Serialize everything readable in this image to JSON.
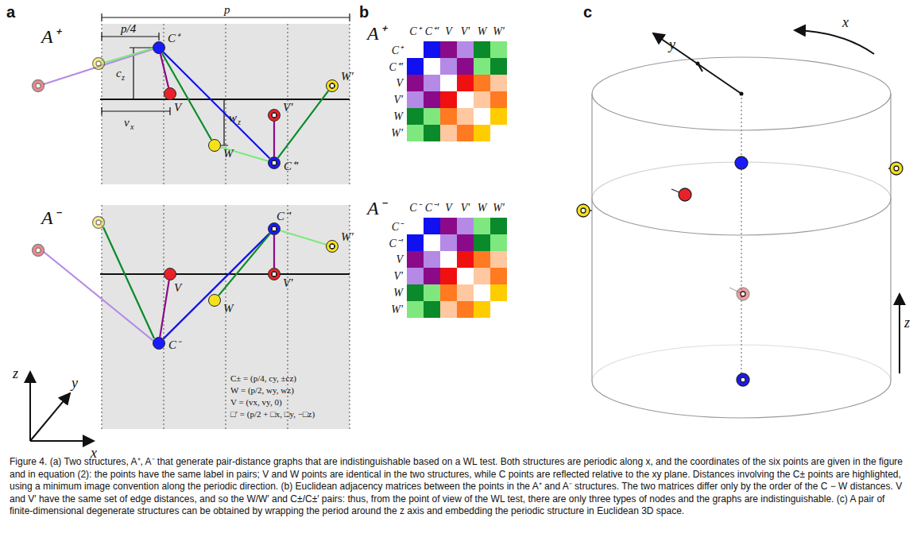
{
  "diagram": {
    "caption": "Figure 4. (a) Two structures, A⁺, A⁻ that generate pair-distance graphs that are indistinguishable based on a WL test. Both structures are periodic along x, and the coordinates of the six points are given in the figure and in equation (2): the points have the same label in pairs; V and W points are identical in the two structures, while C points are reflected relative to the xy plane. Distances involving the C± points are highlighted, using a minimum image convention along the periodic direction. (b) Euclidean adjacency matrices between the points in the A⁺ and A⁻ structures. The two matrices differ only by the order of the C − W distances. V and V′ have the same set of edge distances, and so the W/W′ and C±/C±′ pairs: thus, from the point of view of the WL test, there are only three types of nodes and the graphs are indistinguishable. (c) A pair of finite-dimensional degenerate structures can be obtained by wrapping the period around the z axis and embedding the periodic structure in Euclidean 3D space.",
    "nodes": [
      {
        "text": [
          "C⁺"
        ]
      },
      {
        "text": [
          "V"
        ]
      },
      {
        "text": [
          "W"
        ]
      },
      {
        "text": [
          "V′"
        ]
      },
      {
        "text": [
          "C⁺′"
        ]
      },
      {
        "text": [
          "W′"
        ]
      },
      {
        "text": [
          "C⁻"
        ]
      },
      {
        "text": [
          "V"
        ]
      },
      {
        "text": [
          "W"
        ]
      },
      {
        "text": [
          "V′"
        ]
      },
      {
        "text": [
          "C⁻′"
        ]
      },
      {
        "text": [
          "W′"
        ]
      }
    ],
    "edges": [
      {
        "from": 0,
        "to": 1,
        "arrow": "none"
      },
      {
        "from": 0,
        "to": 2,
        "arrow": "none"
      },
      {
        "from": 0,
        "to": 4,
        "arrow": "none"
      },
      {
        "from": 4,
        "to": 2,
        "arrow": "none"
      },
      {
        "from": 4,
        "to": 3,
        "arrow": "none"
      },
      {
        "from": 4,
        "to": 5,
        "arrow": "none"
      },
      {
        "from": 6,
        "to": 7,
        "arrow": "none"
      },
      {
        "from": 6,
        "to": 10,
        "arrow": "none"
      },
      {
        "from": 10,
        "to": 8,
        "arrow": "none"
      },
      {
        "from": 10,
        "to": 9,
        "arrow": "none"
      },
      {
        "from": 10,
        "to": 11,
        "arrow": "none"
      }
    ],
    "labels": [
      "a",
      "A⁺",
      "p/4",
      "p",
      "c",
      "z",
      "v",
      "x",
      "w",
      "z",
      "A⁻",
      "x",
      "y",
      "z",
      "C± = (p/4, cy, ±cz)",
      "W = (p/2, wy, wz)",
      "V = (vx, vy, 0)",
      "□′ = (p/2 + □x, □y, −□z)",
      "b",
      "A⁺",
      "C⁺",
      "C⁺′",
      "V",
      "V′",
      "W",
      "W′",
      "C⁺",
      "C⁺′",
      "V",
      "V′",
      "W",
      "W′",
      "A⁻",
      "C⁻",
      "C⁻′",
      "V",
      "V′",
      "W",
      "W′",
      "C⁻",
      "C⁻′",
      "V",
      "V′",
      "W",
      "W′",
      "c",
      "x",
      "y",
      "z"
    ]
  }
}
